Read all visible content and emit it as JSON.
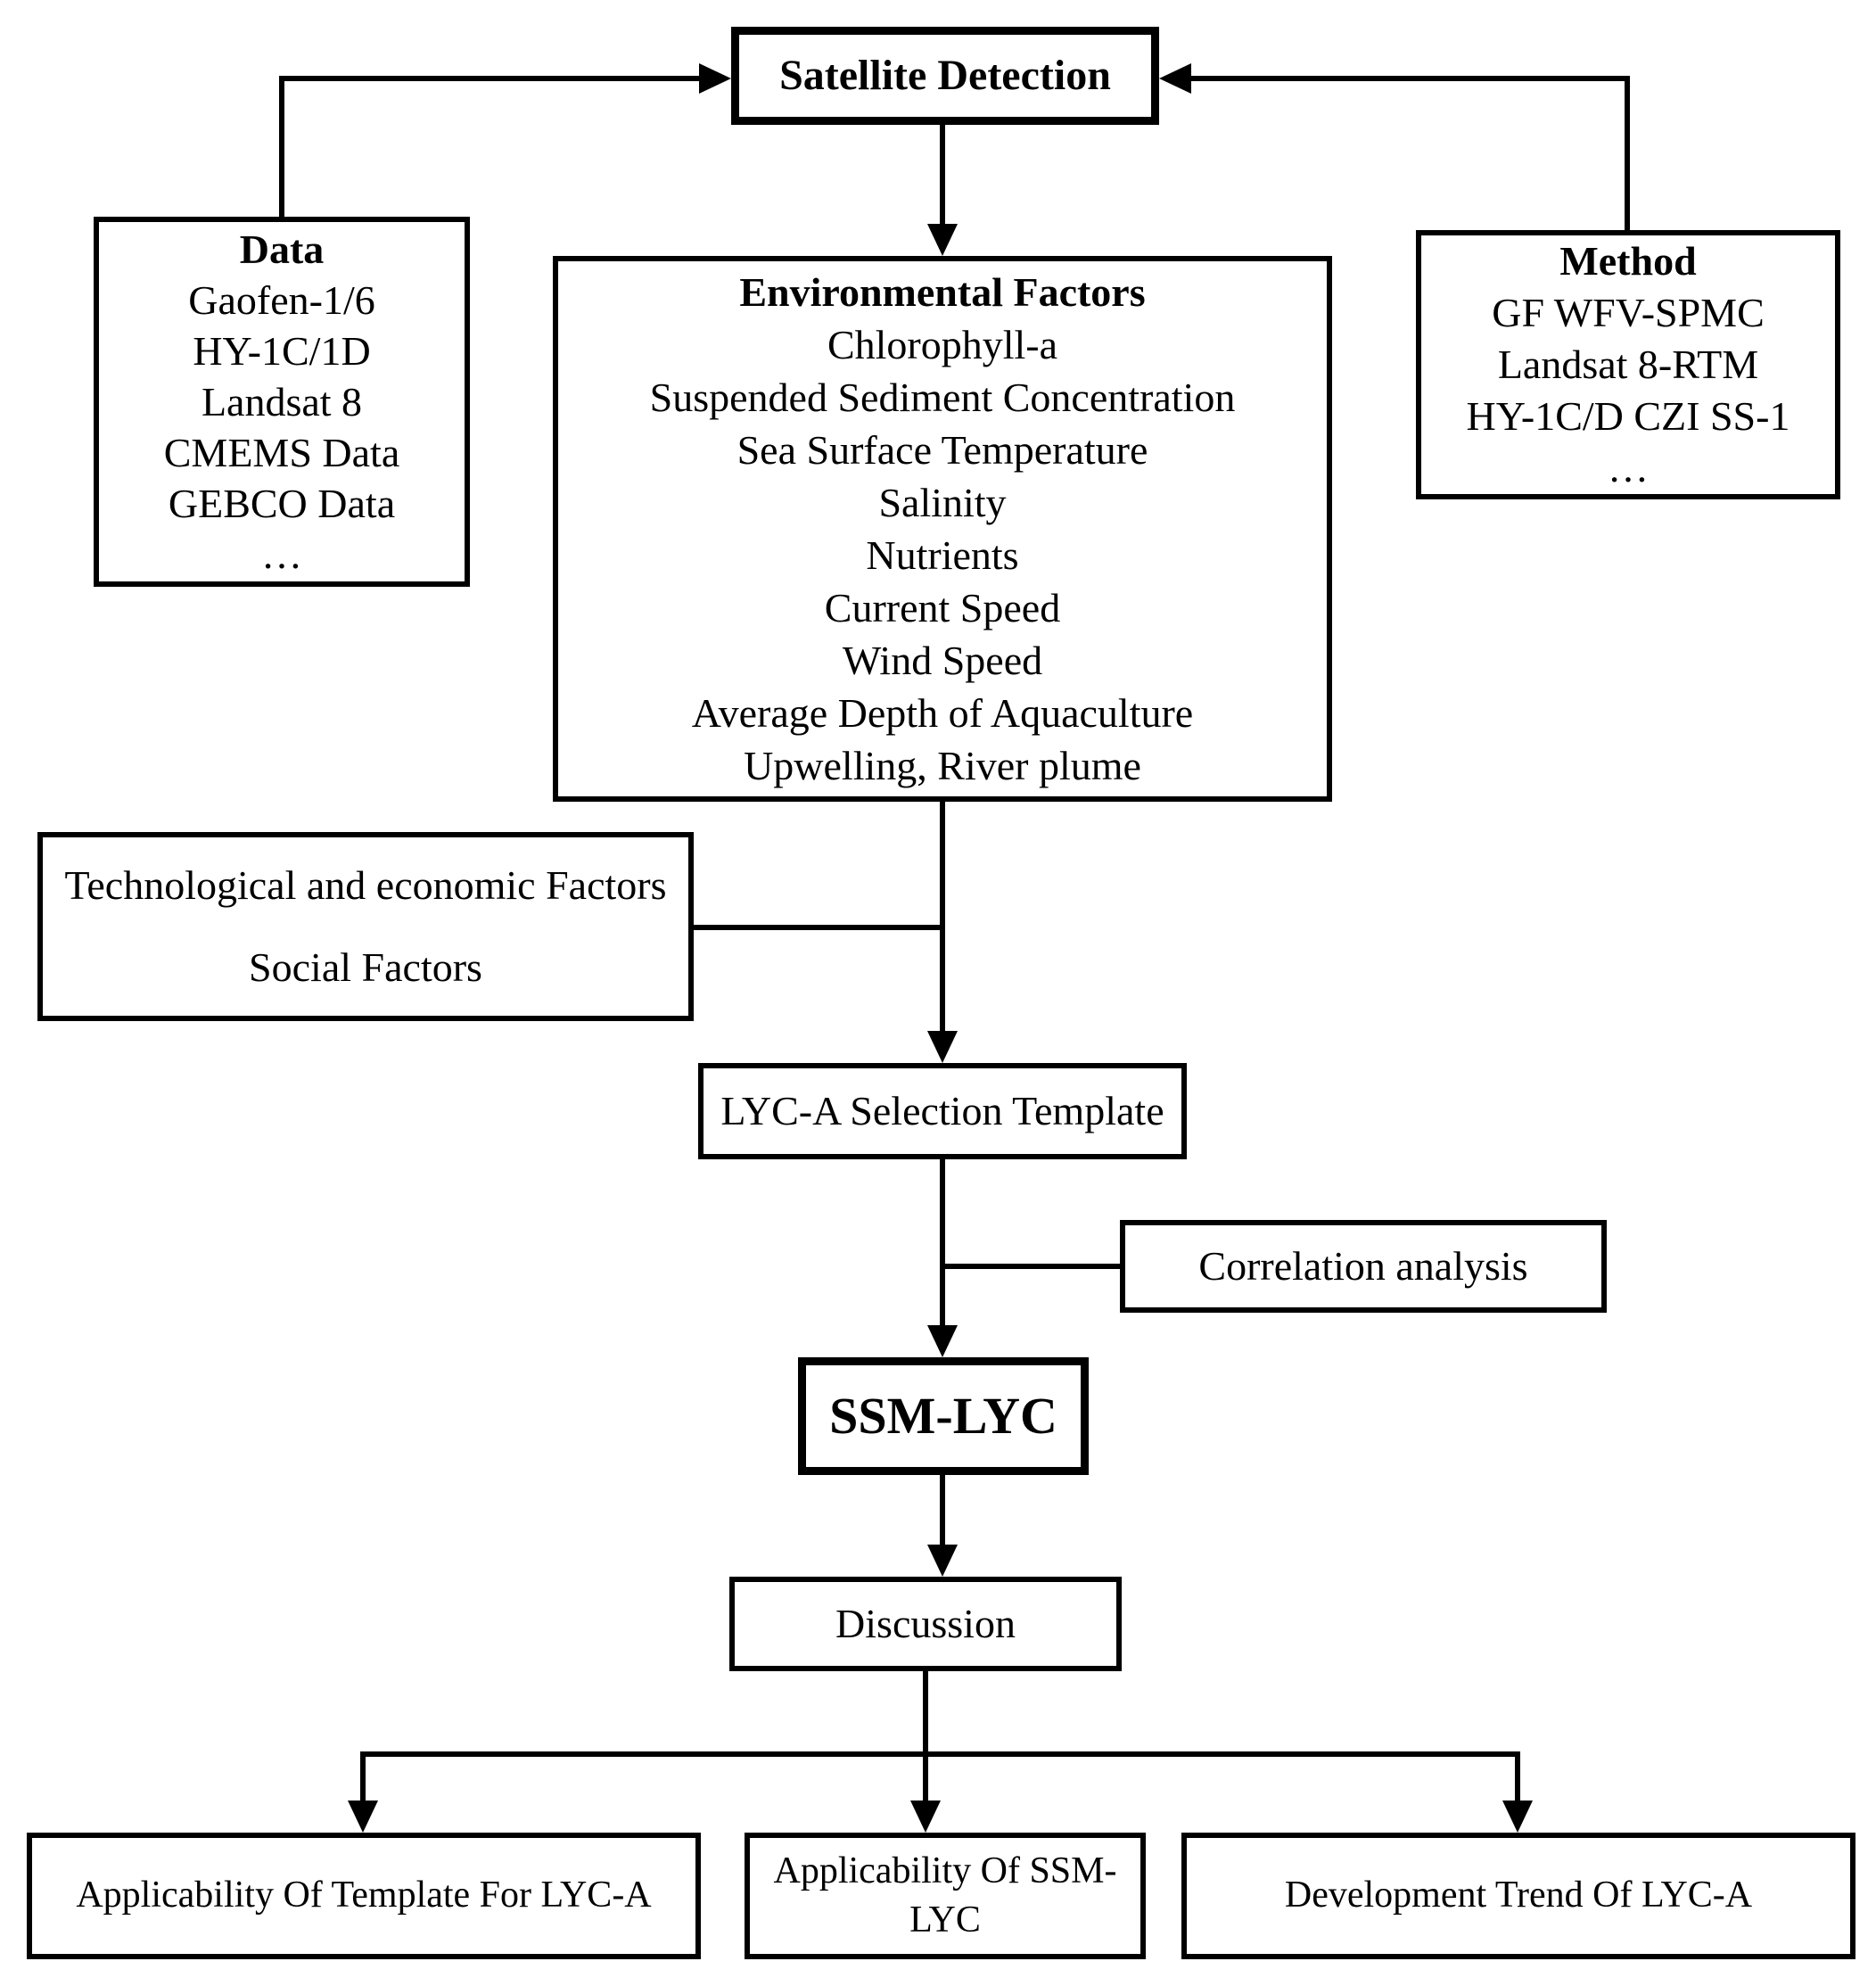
{
  "figure": {
    "background_color": "#ffffff",
    "line_color": "#000000",
    "text_color": "#000000"
  },
  "nodes": {
    "satellite": {
      "label": "Satellite Detection"
    },
    "data": {
      "title": "Data",
      "items": [
        "Gaofen-1/6",
        "HY-1C/1D",
        "Landsat 8",
        "CMEMS Data",
        "GEBCO Data",
        "…"
      ]
    },
    "environmental": {
      "title": "Environmental Factors",
      "items": [
        "Chlorophyll-a",
        "Suspended Sediment Concentration",
        "Sea Surface Temperature",
        "Salinity",
        "Nutrients",
        "Current Speed",
        "Wind Speed",
        "Average Depth of Aquaculture",
        "Upwelling, River plume"
      ]
    },
    "method": {
      "title": "Method",
      "items": [
        "GF WFV-SPMC",
        "Landsat 8-RTM",
        "HY-1C/D CZI SS-1",
        "…"
      ]
    },
    "factors": {
      "line1": "Technological and economic Factors",
      "line2": "Social Factors"
    },
    "template": {
      "label": "LYC-A Selection Template"
    },
    "correlation": {
      "label": "Correlation analysis"
    },
    "ssm": {
      "label": "SSM-LYC"
    },
    "discussion": {
      "label": "Discussion"
    },
    "applicability_template": {
      "label": "Applicability Of Template For LYC-A"
    },
    "applicability_ssm": {
      "label": "Applicability Of SSM-LYC"
    },
    "development_trend": {
      "label": "Development Trend Of LYC-A"
    }
  }
}
